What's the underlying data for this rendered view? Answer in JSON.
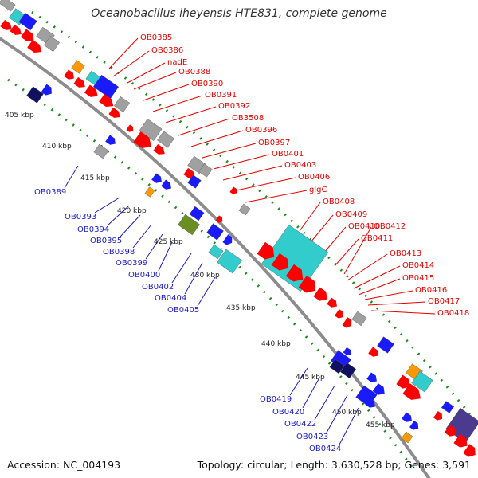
{
  "title": "Oceanobacillus iheyensis HTE831, complete genome",
  "footer": {
    "accession": "Accession: NC_004193",
    "topology": "Topology: circular; Length: 3,630,528 bp; Genes: 3,591"
  },
  "colors": {
    "backbone": "#8c8c8c",
    "ticks": "#1a8a1a",
    "forward_label": "#e60000",
    "reverse_label": "#1a1acc",
    "red_gene": "#ff0000",
    "blue_gene": "#1a1aff",
    "navy_gene": "#101060",
    "cyan_gene": "#33cccc",
    "gray_gene": "#a0a0a0",
    "orange_gene": "#ff9900",
    "olive_gene": "#6b8e23",
    "purple_gene": "#4b3b8f"
  },
  "tick_labels": [
    "405 kbp",
    "410 kbp",
    "415 kbp",
    "420 kbp",
    "425 kbp",
    "430 kbp",
    "435 kbp",
    "440 kbp",
    "445 kbp",
    "450 kbp",
    "455 kbp"
  ],
  "forward_labels": [
    "OB0385",
    "OB0386",
    "nadE",
    "OB0388",
    "OB0390",
    "OB0391",
    "OB0392",
    "OB3508",
    "OB0396",
    "OB0397",
    "OB0401",
    "OB0403",
    "OB0406",
    "glgC",
    "OB0408",
    "OB0409",
    "OB0410",
    "OB0411",
    "OB0412",
    "OB0413",
    "OB0414",
    "OB0415",
    "OB0416",
    "OB0417",
    "OB0418"
  ],
  "reverse_labels": [
    "OB0389",
    "OB0393",
    "OB0394",
    "OB0395",
    "OB0398",
    "OB0399",
    "OB0400",
    "OB0402",
    "OB0404",
    "OB0405",
    "OB0419",
    "OB0420",
    "OB0422",
    "OB0423",
    "OB0424"
  ]
}
